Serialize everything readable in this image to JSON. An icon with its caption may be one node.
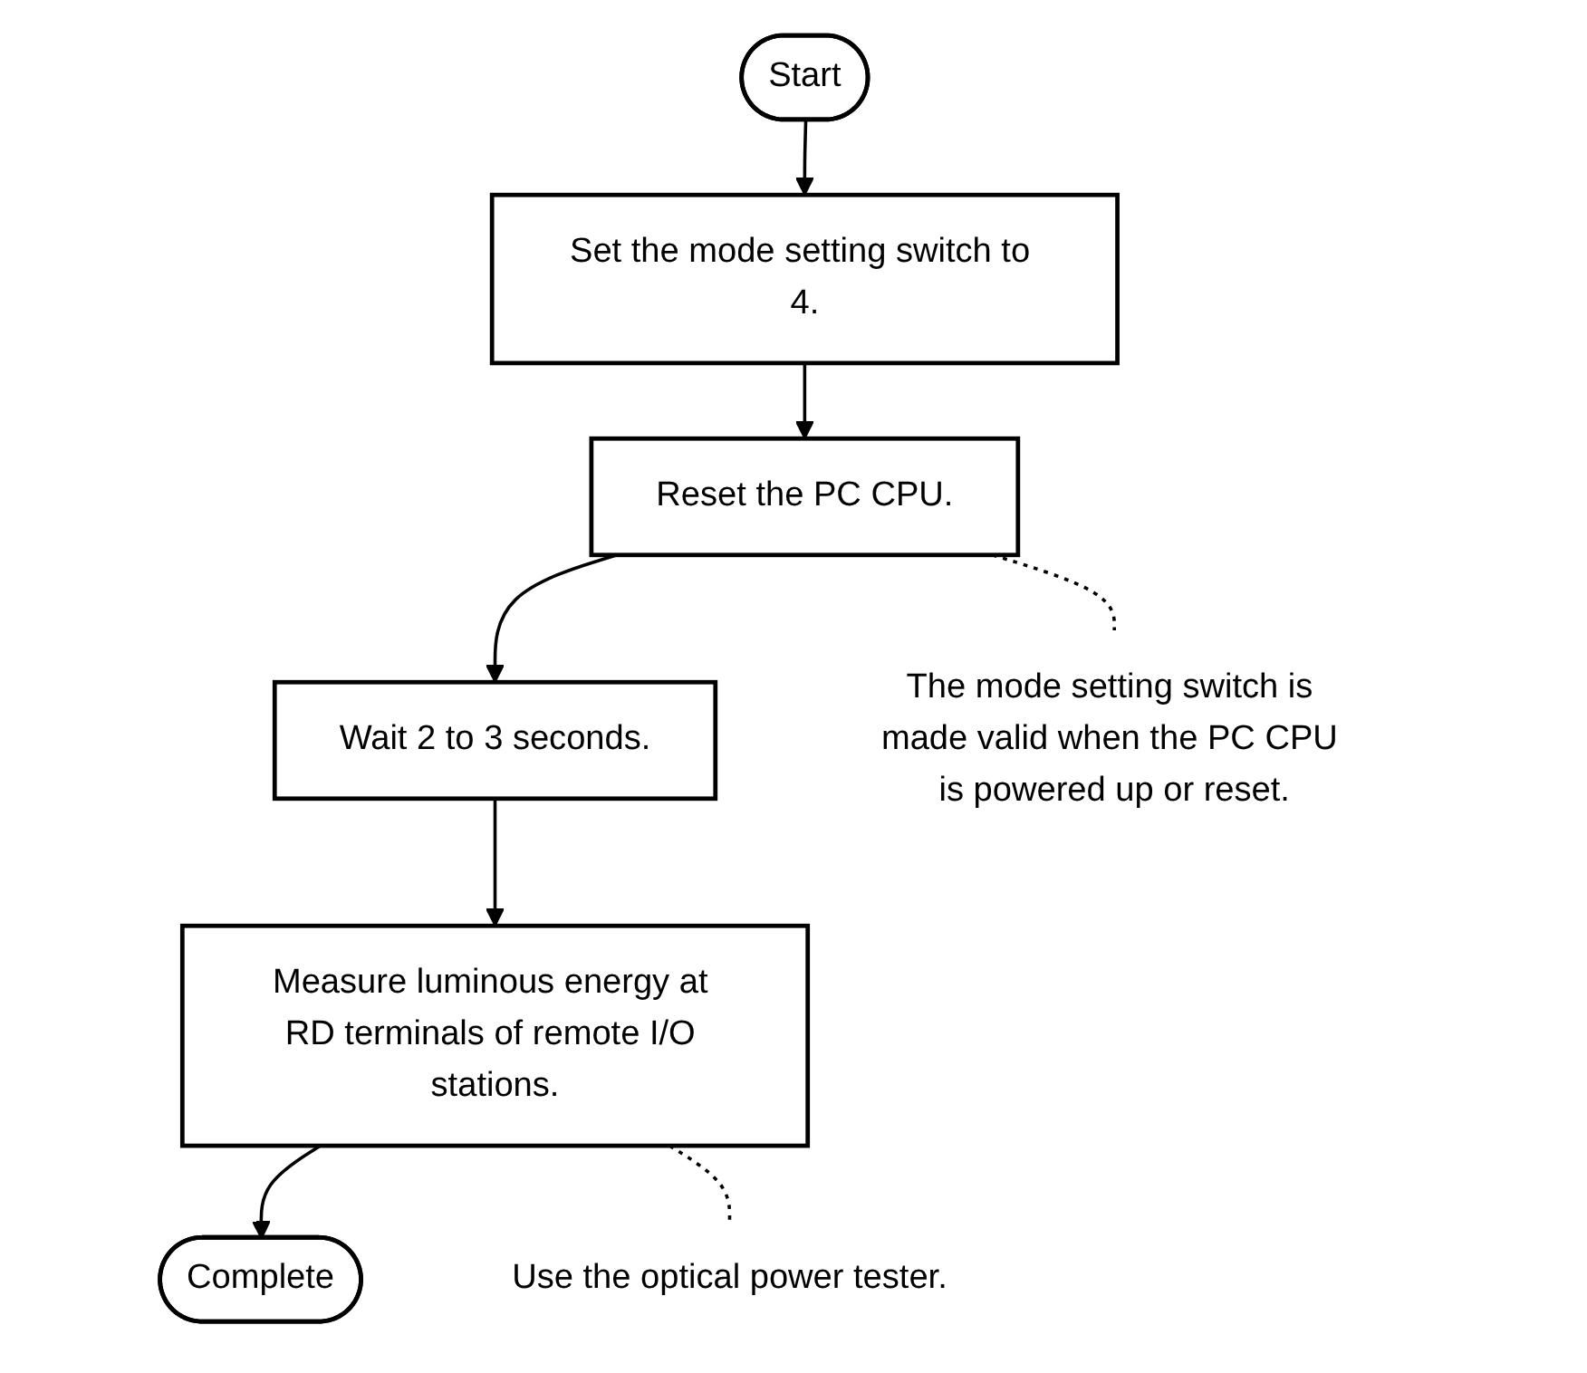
{
  "diagram": {
    "nodes": [
      {
        "text": [
          "Start"
        ]
      },
      {
        "text": [
          "Set the mode setting switch to 4."
        ]
      },
      {
        "text": [
          "Reset the PC CPU."
        ]
      },
      {
        "text": [
          "Wait 2 to 3 seconds."
        ]
      },
      {
        "text": [
          "Measure luminous energy at RD terminals of remote I/O stations."
        ]
      },
      {
        "text": [
          "Complete"
        ]
      },
      {
        "text": [
          "The mode setting switch is made valid when the PC CPU is powered up or reset."
        ]
      },
      {
        "text": [
          "Use the optical power tester."
        ]
      }
    ],
    "edges": [
      {
        "from": 0,
        "to": 1,
        "arrow": "to"
      },
      {
        "from": 1,
        "to": 2,
        "arrow": "to"
      },
      {
        "from": 2,
        "to": 3,
        "arrow": "to"
      },
      {
        "from": 3,
        "to": 4,
        "arrow": "to"
      },
      {
        "from": 4,
        "to": 5,
        "arrow": "to"
      },
      {
        "from": 2,
        "to": 6,
        "arrow": "none",
        "style": "dashed"
      },
      {
        "from": 4,
        "to": 7,
        "arrow": "none",
        "style": "dashed"
      }
    ]
  }
}
